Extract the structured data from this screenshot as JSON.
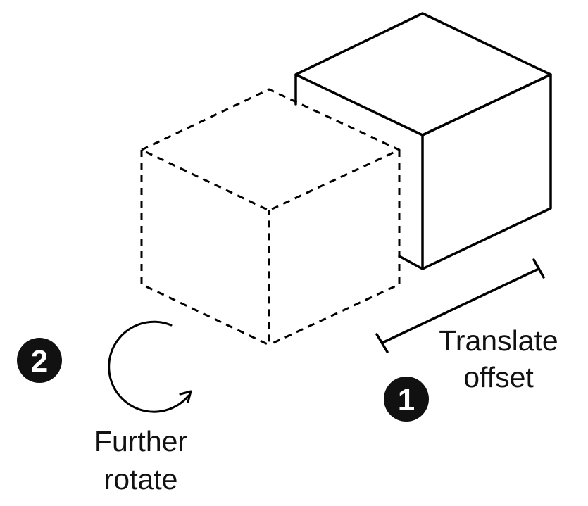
{
  "labels": {
    "translate_line1": "Translate",
    "translate_line2": "offset",
    "rotate_line1": "Further",
    "rotate_line2": "rotate"
  },
  "badges": {
    "step1": "1",
    "step2": "2"
  },
  "colors": {
    "stroke": "#000000",
    "badge_fill": "#111111",
    "badge_text": "#ffffff",
    "background": "#ffffff"
  }
}
